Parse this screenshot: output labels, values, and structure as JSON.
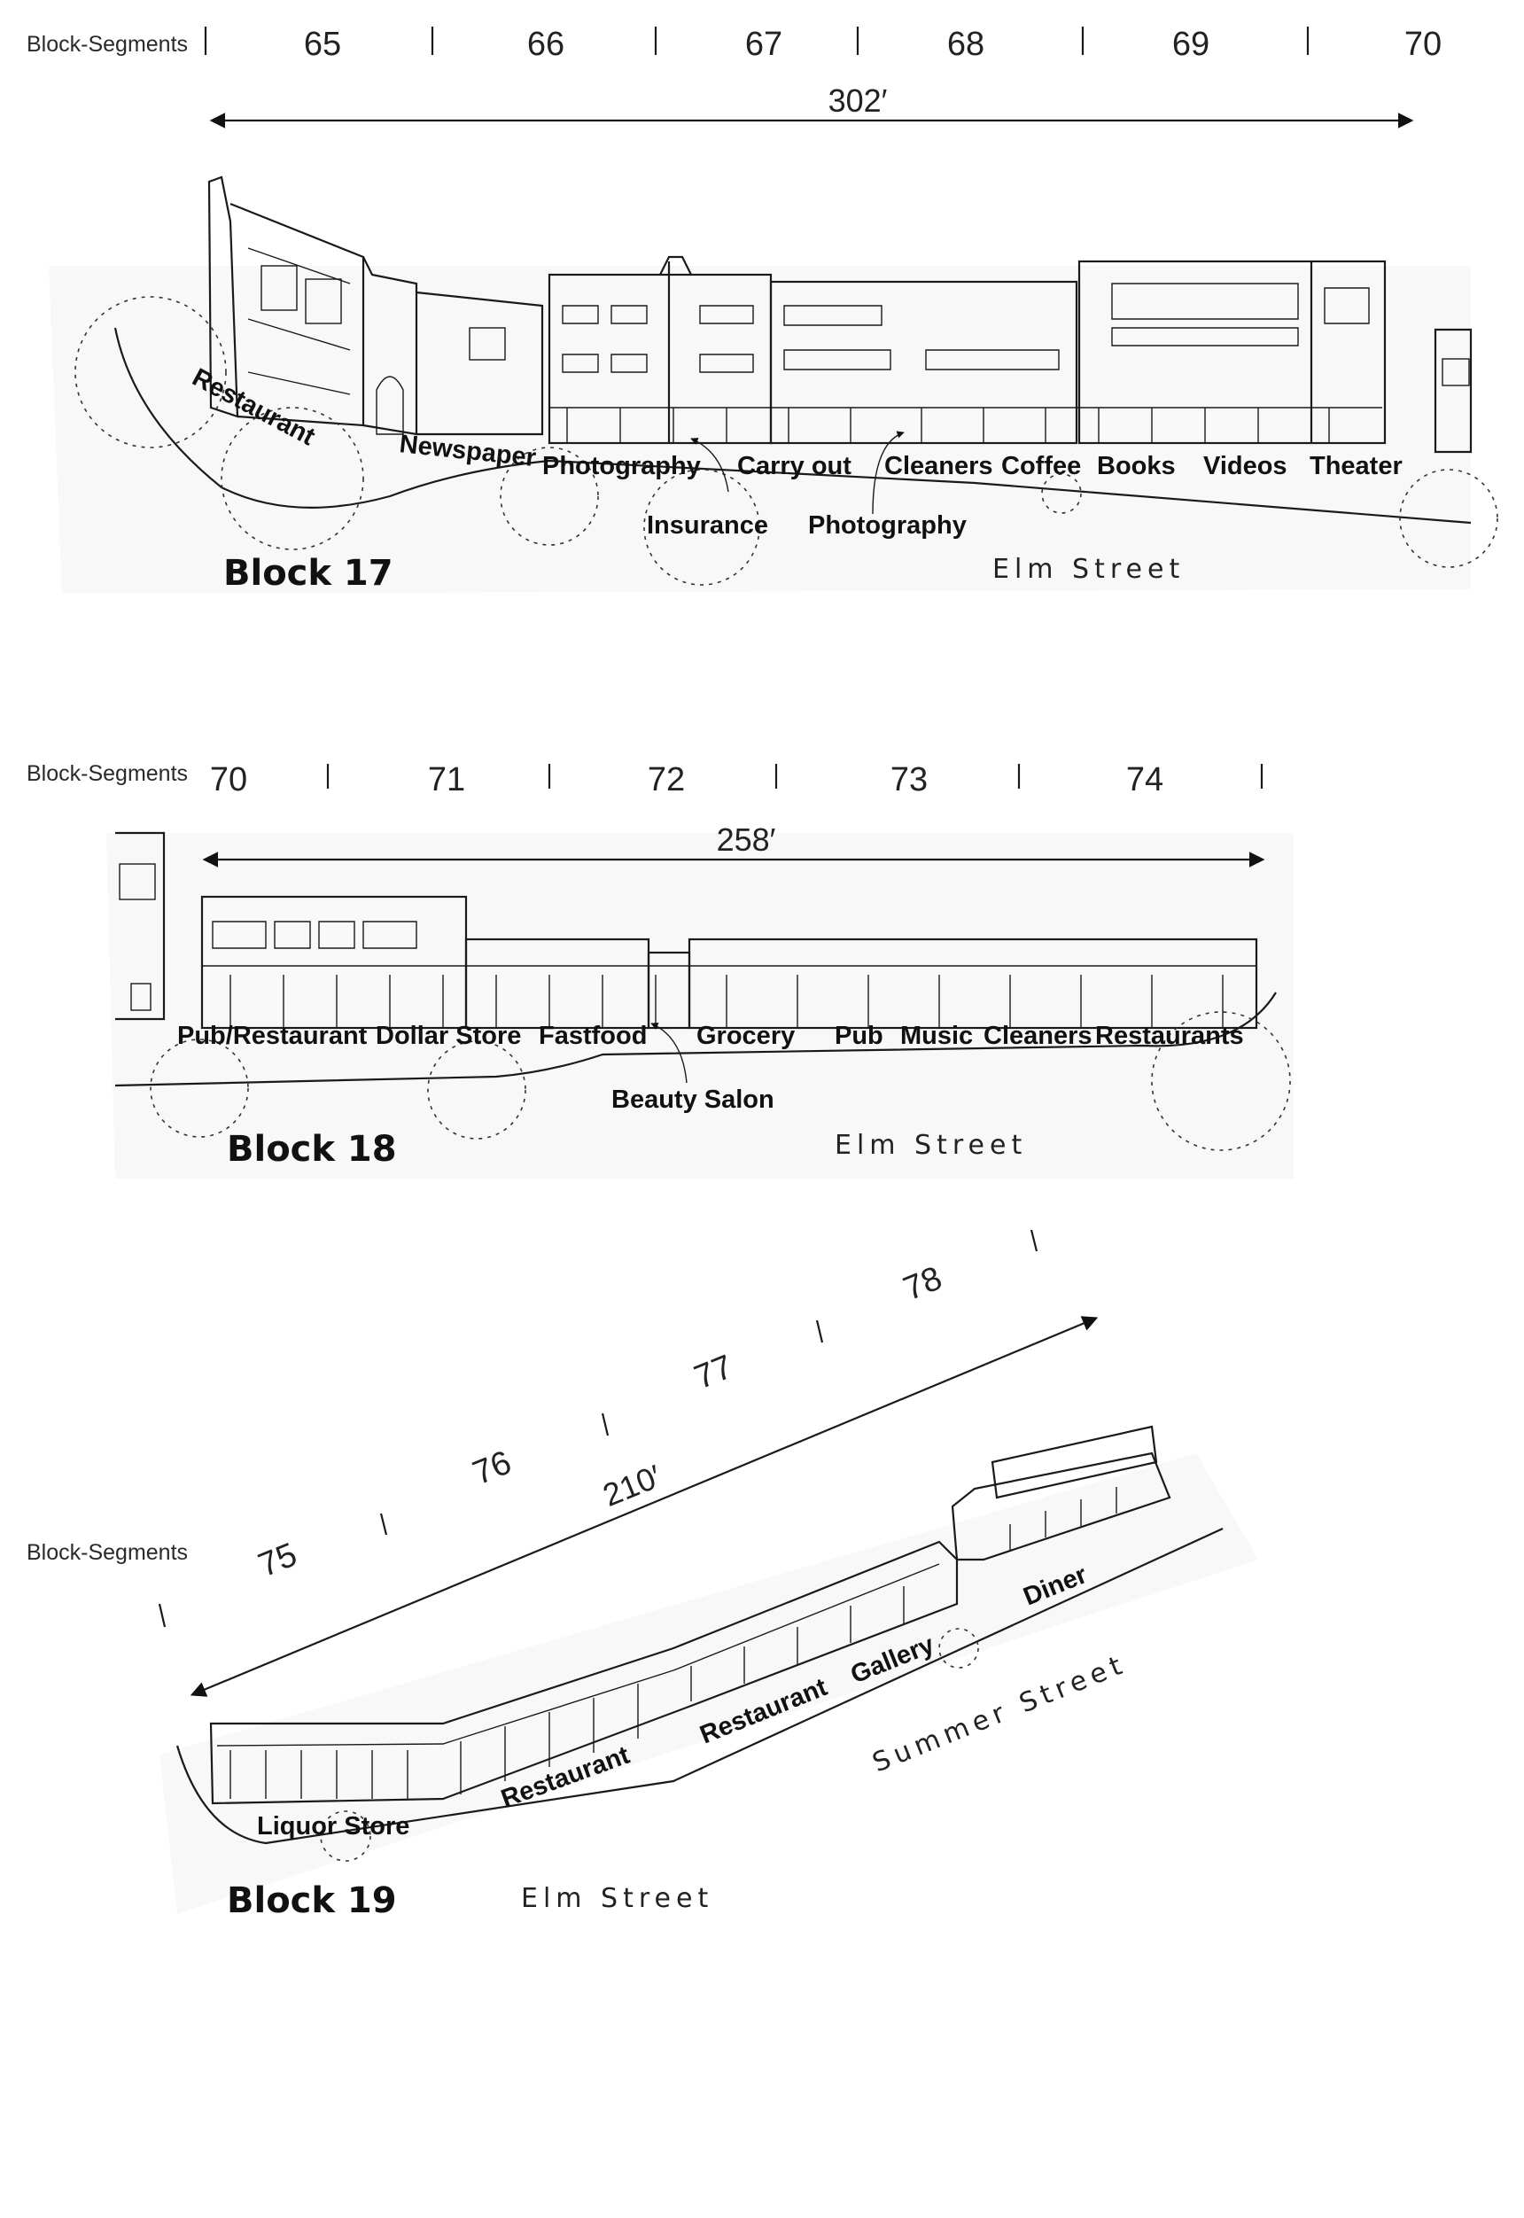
{
  "panels": [
    {
      "block_label": "Block 17",
      "segments_label": "Block-Segments",
      "segments": [
        "65",
        "66",
        "67",
        "68",
        "69",
        "70"
      ],
      "length": "302′",
      "street": "Elm Street",
      "businesses": [
        "Restaurant",
        "Newspaper",
        "Photography",
        "Carry out",
        "Cleaners",
        "Coffee",
        "Books",
        "Videos",
        "Theater",
        "Insurance",
        "Photography"
      ]
    },
    {
      "block_label": "Block 18",
      "segments_label": "Block-Segments",
      "segments": [
        "70",
        "71",
        "72",
        "73",
        "74"
      ],
      "length": "258′",
      "street": "Elm Street",
      "businesses": [
        "Pub/Restaurant",
        "Dollar Store",
        "Fastfood",
        "Grocery",
        "Pub",
        "Music",
        "Cleaners",
        "Restaurants",
        "Beauty Salon"
      ]
    },
    {
      "block_label": "Block 19",
      "segments_label": "Block-Segments",
      "segments": [
        "75",
        "76",
        "77",
        "78"
      ],
      "length": "210′",
      "streets": [
        "Elm Street",
        "Summer Street"
      ],
      "businesses": [
        "Liquor Store",
        "Restaurant",
        "Restaurant",
        "Gallery",
        "Diner"
      ]
    }
  ]
}
